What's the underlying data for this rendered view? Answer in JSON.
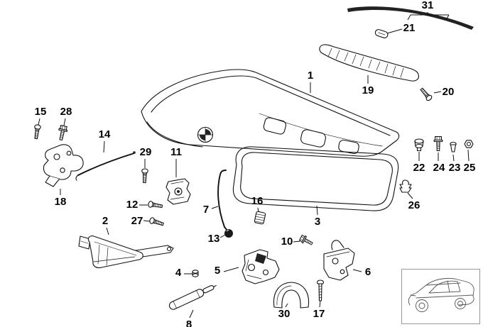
{
  "diagram": {
    "kind": "exploded-parts-diagram",
    "subject": "trunk-lid",
    "colors": {
      "background": "#ffffff",
      "line": "#111111",
      "thumbnail_border": "#999999"
    },
    "labels": [
      {
        "num": "1"
      },
      {
        "num": "2"
      },
      {
        "num": "3"
      },
      {
        "num": "4"
      },
      {
        "num": "5"
      },
      {
        "num": "6"
      },
      {
        "num": "7"
      },
      {
        "num": "8"
      },
      {
        "num": "10"
      },
      {
        "num": "11"
      },
      {
        "num": "12"
      },
      {
        "num": "13"
      },
      {
        "num": "14"
      },
      {
        "num": "15"
      },
      {
        "num": "16"
      },
      {
        "num": "17"
      },
      {
        "num": "18"
      },
      {
        "num": "19"
      },
      {
        "num": "20"
      },
      {
        "num": "21"
      },
      {
        "num": "22"
      },
      {
        "num": "23"
      },
      {
        "num": "24"
      },
      {
        "num": "25"
      },
      {
        "num": "26"
      },
      {
        "num": "27"
      },
      {
        "num": "28"
      },
      {
        "num": "29"
      },
      {
        "num": "30"
      },
      {
        "num": "31"
      }
    ]
  }
}
